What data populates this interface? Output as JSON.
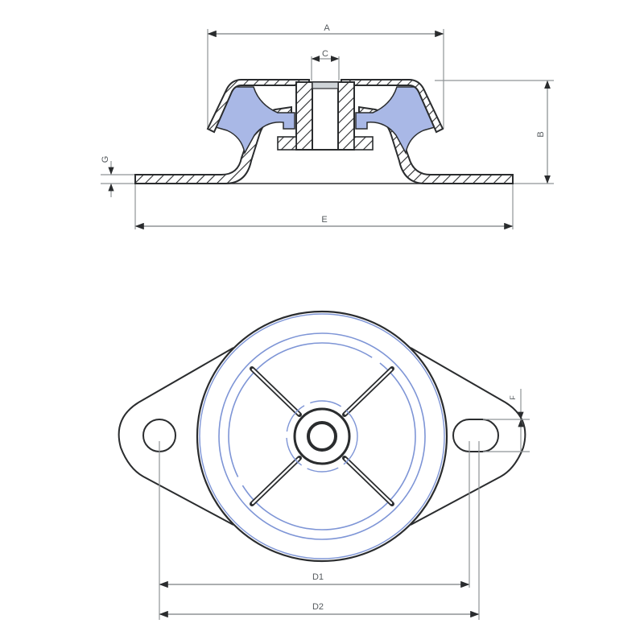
{
  "drawing": {
    "title": "Anti-vibration mount technical drawing",
    "views": [
      "side-section",
      "top"
    ],
    "colors": {
      "outline": "#2a2c2e",
      "rubber_fill": "#a9b8e6",
      "rubber_line": "#7e95d6",
      "dimension_line": "#8f9496",
      "background": "#ffffff"
    }
  },
  "section_view": {
    "dimensions": {
      "A": "A",
      "C": "C",
      "B": "B",
      "G": "G",
      "E": "E"
    }
  },
  "top_view": {
    "dimensions": {
      "D1": "D1",
      "D2": "D2",
      "F": "F"
    }
  }
}
